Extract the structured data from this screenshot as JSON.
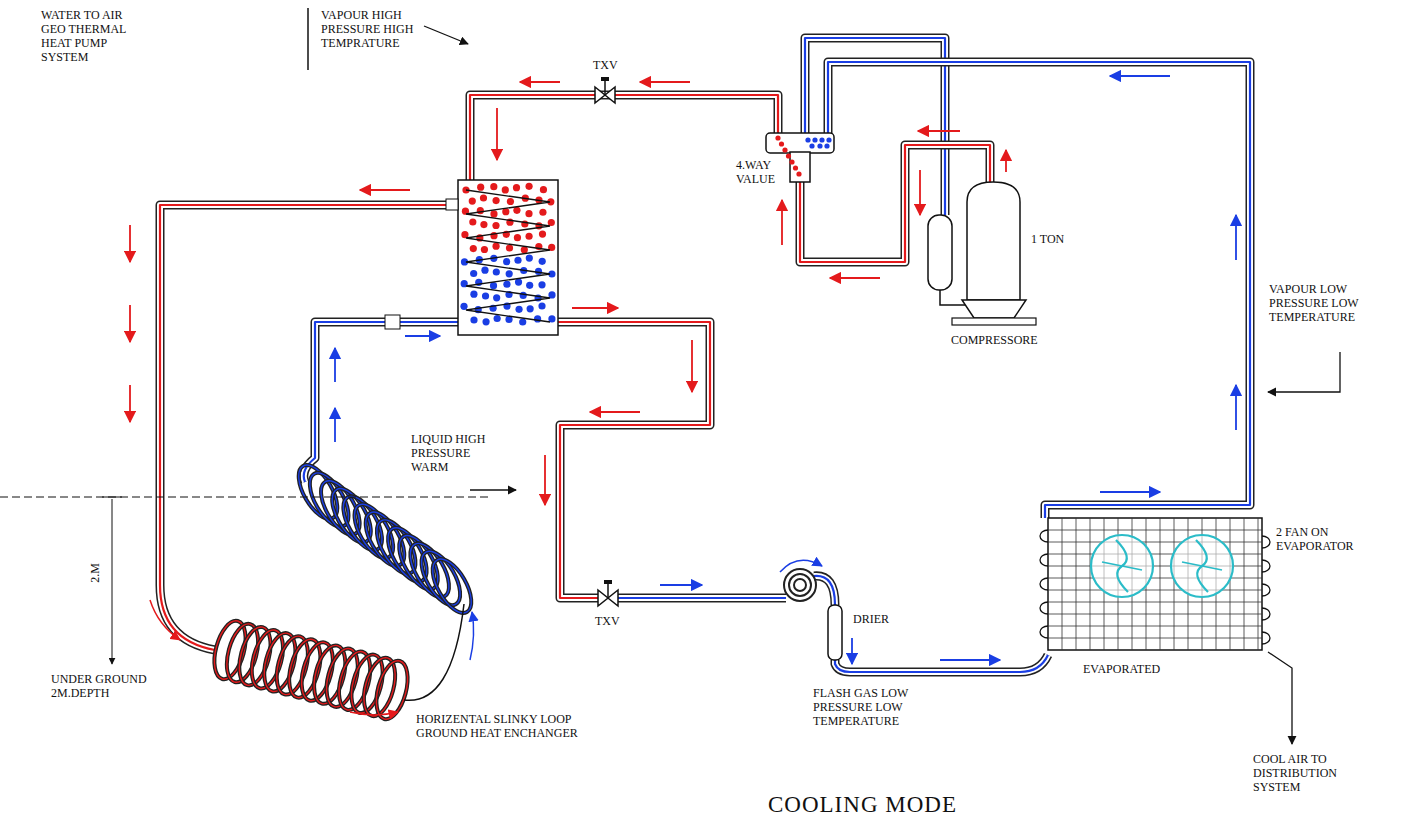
{
  "diagram": {
    "caption": "COOLING MODE",
    "labels": [
      "WATER TO AIR GEO THERMAL HEAT PUMP SYSTEM",
      "VAPOUR HIGH PRESSURE HIGH TEMPRATURE",
      "TXV",
      "4.WAY VALUE",
      "1 TON",
      "COMPRESSORE",
      "VAPOUR LOW PRESSURE LOW TEMPERATURE",
      "LIQUID HIGH PRESSURE WARM",
      "TXV",
      "DRIER",
      "2 FAN ON EVAPORATOR",
      "EVAPORATED",
      "COOL AIR TO DISTRIBUTION SYSTEM",
      "FLASH GAS LOW PRESSURE LOW TEMPERATURE",
      "2.M",
      "UNDER GROUND 2M.DEPTH",
      "HORIZENTAL SLINKY LOOP GROUND HEAT ENCHANGER"
    ]
  }
}
